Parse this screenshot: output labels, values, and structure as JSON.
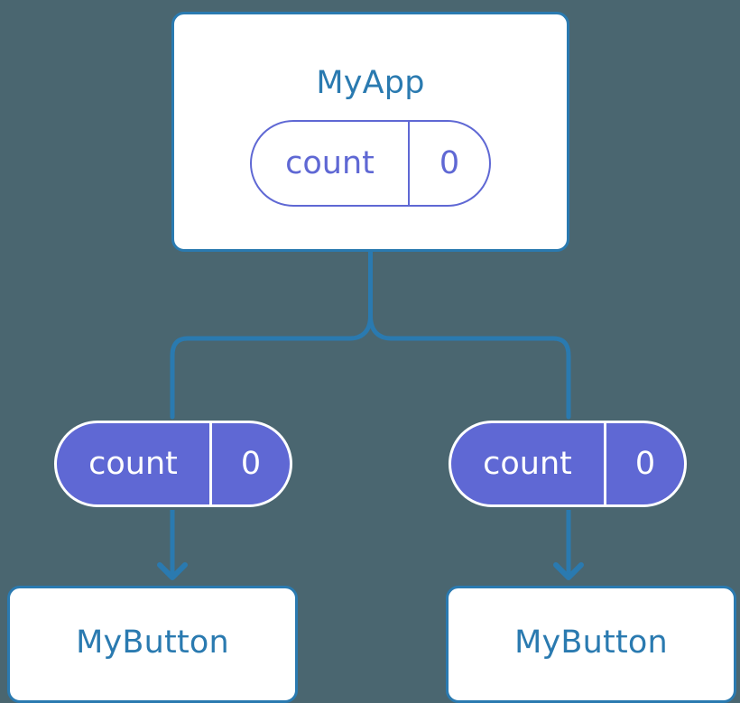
{
  "diagram": {
    "title": "MyApp component tree with count state propagated to MyButton children",
    "background_color": "#4a6670",
    "accent_blue": "#2a7ab0",
    "accent_purple": "#5f68d4",
    "box_fill": "#ffffff"
  },
  "root": {
    "name": "MyApp",
    "state": {
      "key": "count",
      "value": "0"
    }
  },
  "branches": [
    {
      "state": {
        "key": "count",
        "value": "0"
      },
      "component": {
        "name": "MyButton"
      }
    },
    {
      "state": {
        "key": "count",
        "value": "0"
      },
      "component": {
        "name": "MyButton"
      }
    }
  ],
  "connectors": {
    "trunk_label": "state-flow-trunk",
    "branch_left_label": "state-flow-branch-left",
    "branch_right_label": "state-flow-branch-right",
    "arrow_left_label": "state-flow-arrow-left",
    "arrow_right_label": "state-flow-arrow-right"
  }
}
